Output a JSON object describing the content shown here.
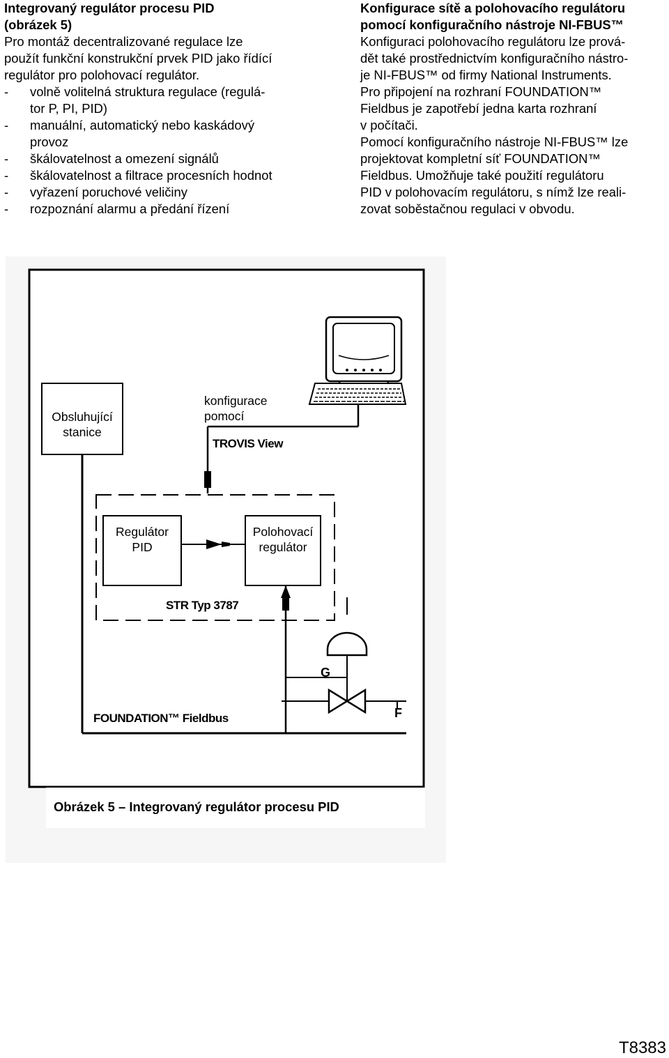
{
  "left_column": {
    "heading": "Integrovaný regulátor procesu PID",
    "heading_ref": "(obrázek 5)",
    "intro_lines": [
      "Pro montáž decentralizované regulace lze",
      "použít funkční konstrukční prvek PID jako řídící",
      "regulátor pro polohovací regulátor."
    ],
    "bullet_mark": "-",
    "bullets": [
      {
        "lines": [
          "volně volitelná struktura regulace (regulá-",
          "tor P, PI, PID)"
        ]
      },
      {
        "lines": [
          "manuální, automatický nebo kaskádový",
          "provoz"
        ]
      },
      {
        "lines": [
          "škálovatelnost a omezení signálů"
        ]
      },
      {
        "lines": [
          "škálovatelnost a filtrace procesních hodnot"
        ]
      },
      {
        "lines": [
          "vyřazení poruchové veličiny"
        ]
      },
      {
        "lines": [
          "rozpoznání alarmu a předání řízení"
        ]
      }
    ]
  },
  "right_column": {
    "heading_lines": [
      "Konfigurace sítě a polohovacího regulátoru",
      "pomocí konfiguračního nástroje NI-FBUS™"
    ],
    "body_lines": [
      "Konfiguraci polohovacího regulátoru lze prová-",
      "dět také prostřednictvím konfiguračního nástro-",
      "je NI-FBUS™ od firmy National Instruments.",
      "Pro připojení na rozhraní FOUNDATION™",
      "Fieldbus je zapotřebí jedna karta rozhraní",
      "v počítači.",
      "Pomocí konfiguračního nástroje NI-FBUS™ lze",
      "projektovat kompletní síť FOUNDATION™",
      "Fieldbus. Umožňuje také použití regulátoru",
      "PID v polohovacím regulátoru, s nímž lze reali-",
      "zovat soběstačnou regulaci v obvodu."
    ]
  },
  "figure": {
    "operator_station": [
      "Obsluhující",
      "stanice"
    ],
    "config_label": [
      "konfigurace",
      "pomocí"
    ],
    "software_name": "TROVIS View",
    "pid_block": [
      "Regulátor",
      "PID"
    ],
    "positioner_block": [
      "Polohovací",
      "regulátor"
    ],
    "device_type": "STR Typ 3787",
    "bus_label": "FOUNDATION™ Fieldbus",
    "label_g": "G",
    "label_f": "F",
    "caption": "Obrázek 5 – Integrovaný regulátor procesu PID"
  },
  "footer": {
    "doc_code": "T8383"
  }
}
